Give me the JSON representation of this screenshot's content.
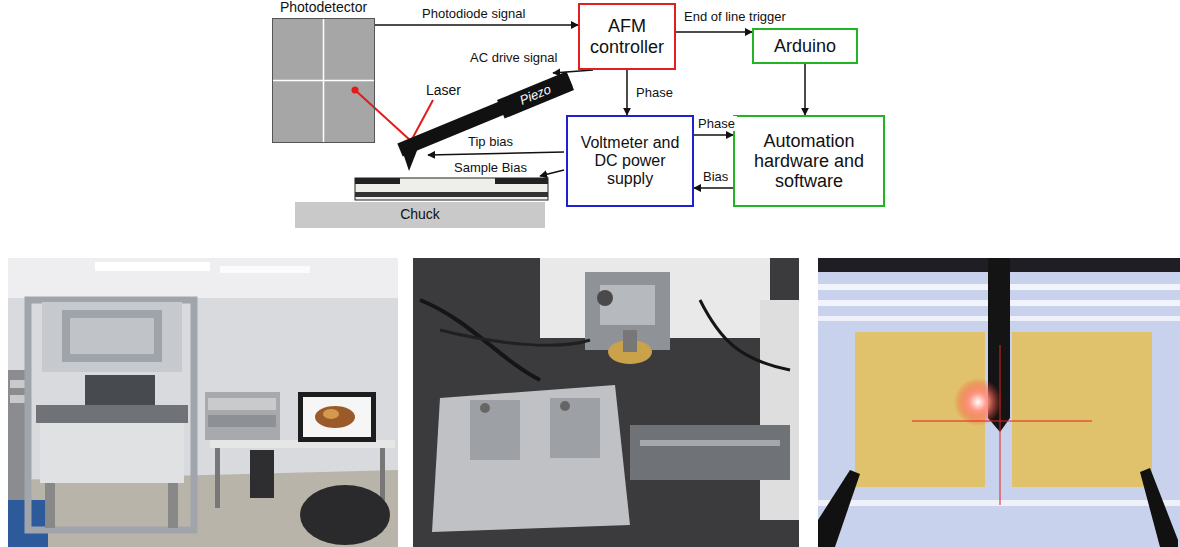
{
  "diagram": {
    "nodes": [
      {
        "text": [
          "Photodetector"
        ]
      },
      {
        "text": [
          "AFM controller"
        ]
      },
      {
        "text": [
          "Arduino"
        ]
      },
      {
        "text": [
          "Voltmeter and DC power supply"
        ]
      },
      {
        "text": [
          "Automation hardware and software"
        ]
      },
      {
        "text": [
          "Piezo"
        ]
      },
      {
        "text": [
          "Chuck"
        ]
      }
    ],
    "edges": [
      {
        "from": 0,
        "to": 1,
        "label": "Photodiode signal",
        "arrow": "to"
      },
      {
        "from": 1,
        "to": 5,
        "label": "AC drive signal",
        "arrow": "to"
      },
      {
        "from": 1,
        "to": 2,
        "label": "End of line trigger",
        "arrow": "to"
      },
      {
        "from": 1,
        "to": 3,
        "label": "Phase",
        "arrow": "to"
      },
      {
        "from": 2,
        "to": 4,
        "arrow": "to"
      },
      {
        "from": 3,
        "to": 4,
        "label": "Phase",
        "arrow": "to"
      },
      {
        "from": 4,
        "to": 3,
        "label": "Bias",
        "arrow": "to"
      }
    ],
    "labels": [
      "Laser",
      "Tip bias",
      "Sample Bias"
    ]
  }
}
